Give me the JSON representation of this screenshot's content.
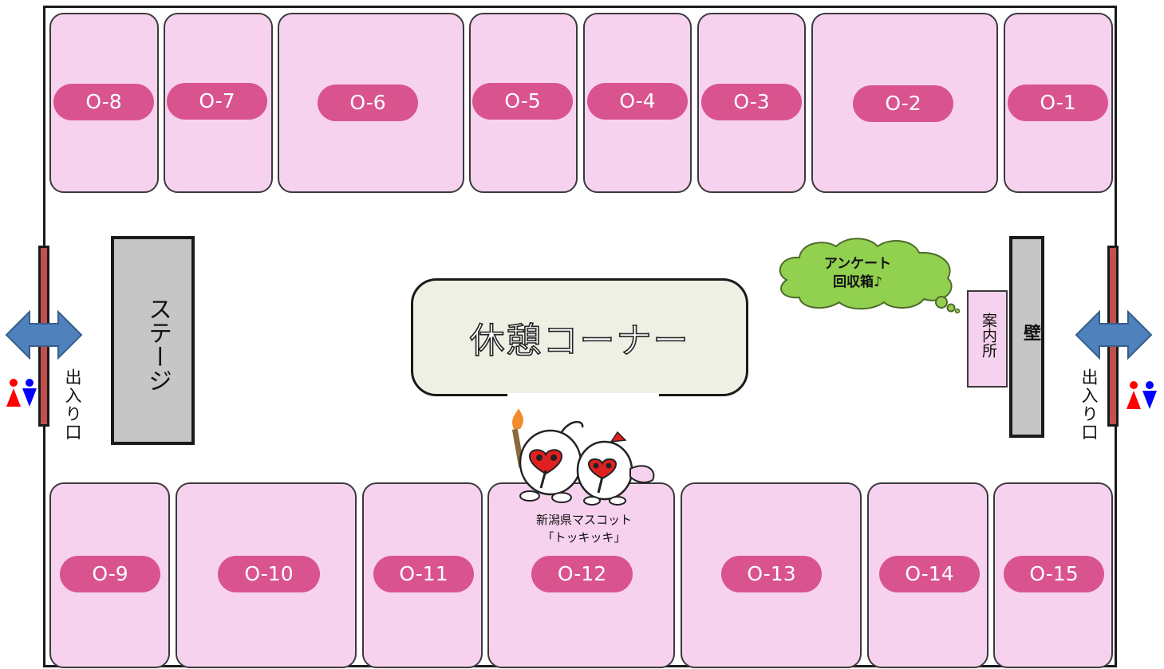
{
  "booths_top": [
    "O-8",
    "O-7",
    "O-6",
    "O-5",
    "O-4",
    "O-3",
    "O-2",
    "O-1"
  ],
  "booths_bottom": [
    "O-9",
    "O-10",
    "O-11",
    "O-12",
    "O-13",
    "O-14",
    "O-15"
  ],
  "stage_label": "ステージ",
  "rest_area_label": "休憩コーナー",
  "entrance_left_label": "出入り口",
  "entrance_right_label": "出入り口",
  "info_desk_label": "案内所",
  "wall_label": "壁",
  "survey_box_line1": "アンケート",
  "survey_box_line2": "回収箱♪",
  "mascot_caption_line1": "新潟県マスコット",
  "mascot_caption_line2": "「トッキッキ」",
  "colors": {
    "booth": "#f7d2ef",
    "tag": "#d9548f",
    "door": "#c0504d",
    "arrow": "#4f81bd",
    "cloud": "#92d050",
    "stage": "#c6c6c6",
    "rest": "#eef0e4"
  },
  "icons": [
    "restroom-icon",
    "double-arrow-icon",
    "mascot-icon",
    "cloud-icon"
  ]
}
